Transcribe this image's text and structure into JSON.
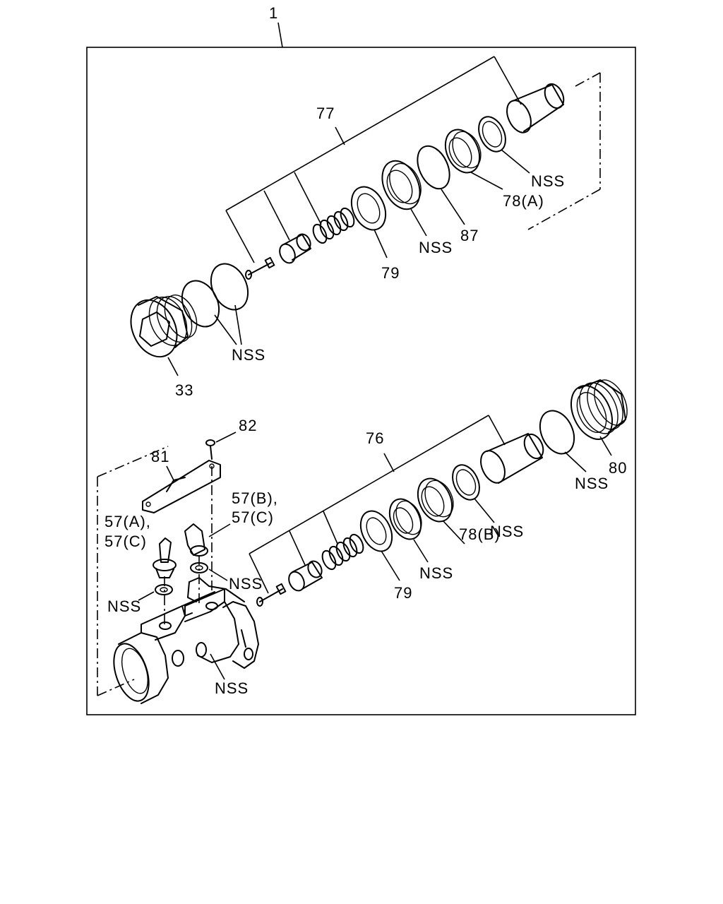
{
  "labels": {
    "assembly": "1",
    "p33": "33",
    "p57a": "57(A),",
    "p57a_c": "57(C)",
    "p57b": "57(B),",
    "p57b_c": "57(C)",
    "p76": "76",
    "p77": "77",
    "p78a": "78(A)",
    "p78b": "78(B)",
    "p79_top": "79",
    "p79_bot": "79",
    "p80": "80",
    "p81": "81",
    "p82": "82",
    "p87": "87",
    "nss": "NSS"
  }
}
